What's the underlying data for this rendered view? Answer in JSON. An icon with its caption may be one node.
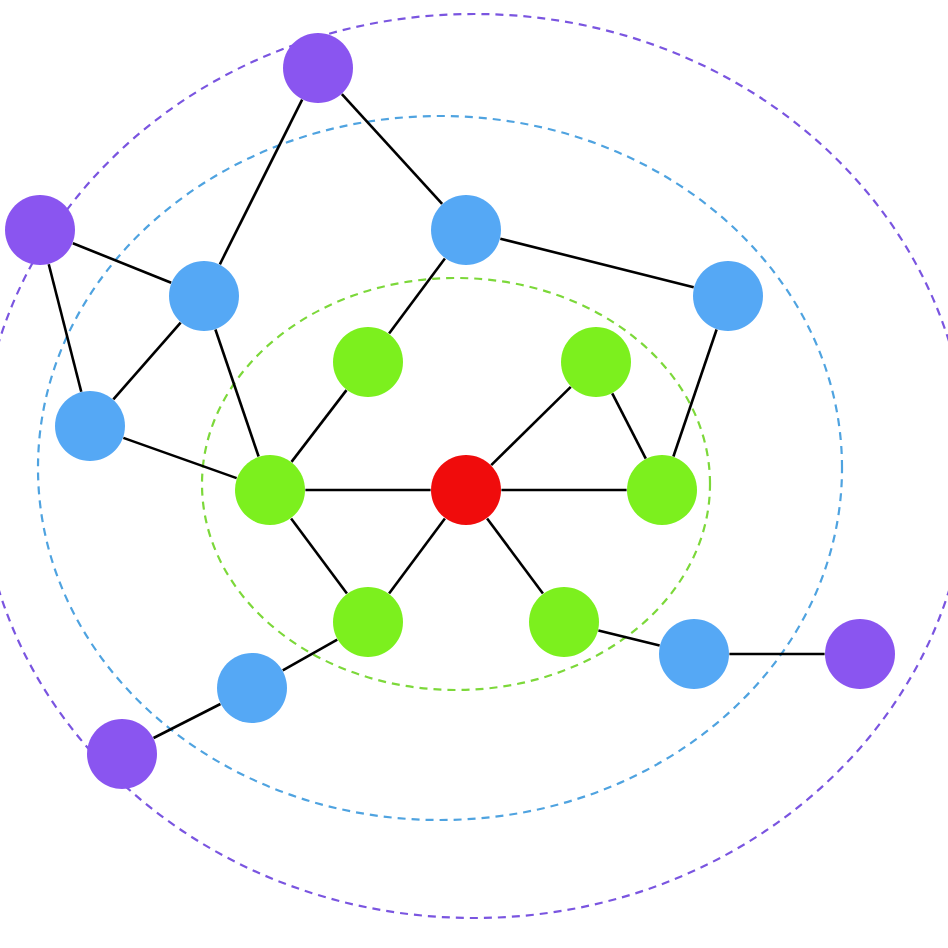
{
  "diagram": {
    "nodes": [
      {
        "text": [],
        "shape": "circle"
      },
      {
        "text": [],
        "shape": "circle"
      },
      {
        "text": [],
        "shape": "circle"
      },
      {
        "text": [],
        "shape": "circle"
      },
      {
        "text": [],
        "shape": "circle"
      },
      {
        "text": [],
        "shape": "circle"
      },
      {
        "text": [],
        "shape": "circle"
      },
      {
        "text": [],
        "shape": "circle"
      },
      {
        "text": [],
        "shape": "circle"
      },
      {
        "text": [],
        "shape": "circle"
      },
      {
        "text": [],
        "shape": "circle"
      },
      {
        "text": [],
        "shape": "circle"
      },
      {
        "text": [],
        "shape": "circle"
      },
      {
        "text": [],
        "shape": "circle"
      },
      {
        "text": [],
        "shape": "circle"
      },
      {
        "text": [],
        "shape": "circle"
      },
      {
        "text": [],
        "shape": "circle"
      }
    ],
    "edges": [
      {
        "from": 0,
        "to": 3,
        "arrow": "none"
      },
      {
        "from": 0,
        "to": 2,
        "arrow": "none"
      },
      {
        "from": 1,
        "to": 3,
        "arrow": "none"
      },
      {
        "from": 1,
        "to": 7,
        "arrow": "none"
      },
      {
        "from": 3,
        "to": 7,
        "arrow": "none"
      },
      {
        "from": 3,
        "to": 8,
        "arrow": "none"
      },
      {
        "from": 2,
        "to": 5,
        "arrow": "none"
      },
      {
        "from": 2,
        "to": 4,
        "arrow": "none"
      },
      {
        "from": 4,
        "to": 10,
        "arrow": "none"
      },
      {
        "from": 5,
        "to": 8,
        "arrow": "none"
      },
      {
        "from": 6,
        "to": 9,
        "arrow": "none"
      },
      {
        "from": 6,
        "to": 10,
        "arrow": "none"
      },
      {
        "from": 7,
        "to": 8,
        "arrow": "none"
      },
      {
        "from": 8,
        "to": 9,
        "arrow": "none"
      },
      {
        "from": 9,
        "to": 10,
        "arrow": "none"
      },
      {
        "from": 8,
        "to": 11,
        "arrow": "none"
      },
      {
        "from": 9,
        "to": 11,
        "arrow": "none"
      },
      {
        "from": 9,
        "to": 12,
        "arrow": "none"
      },
      {
        "from": 12,
        "to": 13,
        "arrow": "none"
      },
      {
        "from": 13,
        "to": 14,
        "arrow": "none"
      },
      {
        "from": 11,
        "to": 15,
        "arrow": "none"
      },
      {
        "from": 15,
        "to": 16,
        "arrow": "none"
      }
    ]
  }
}
